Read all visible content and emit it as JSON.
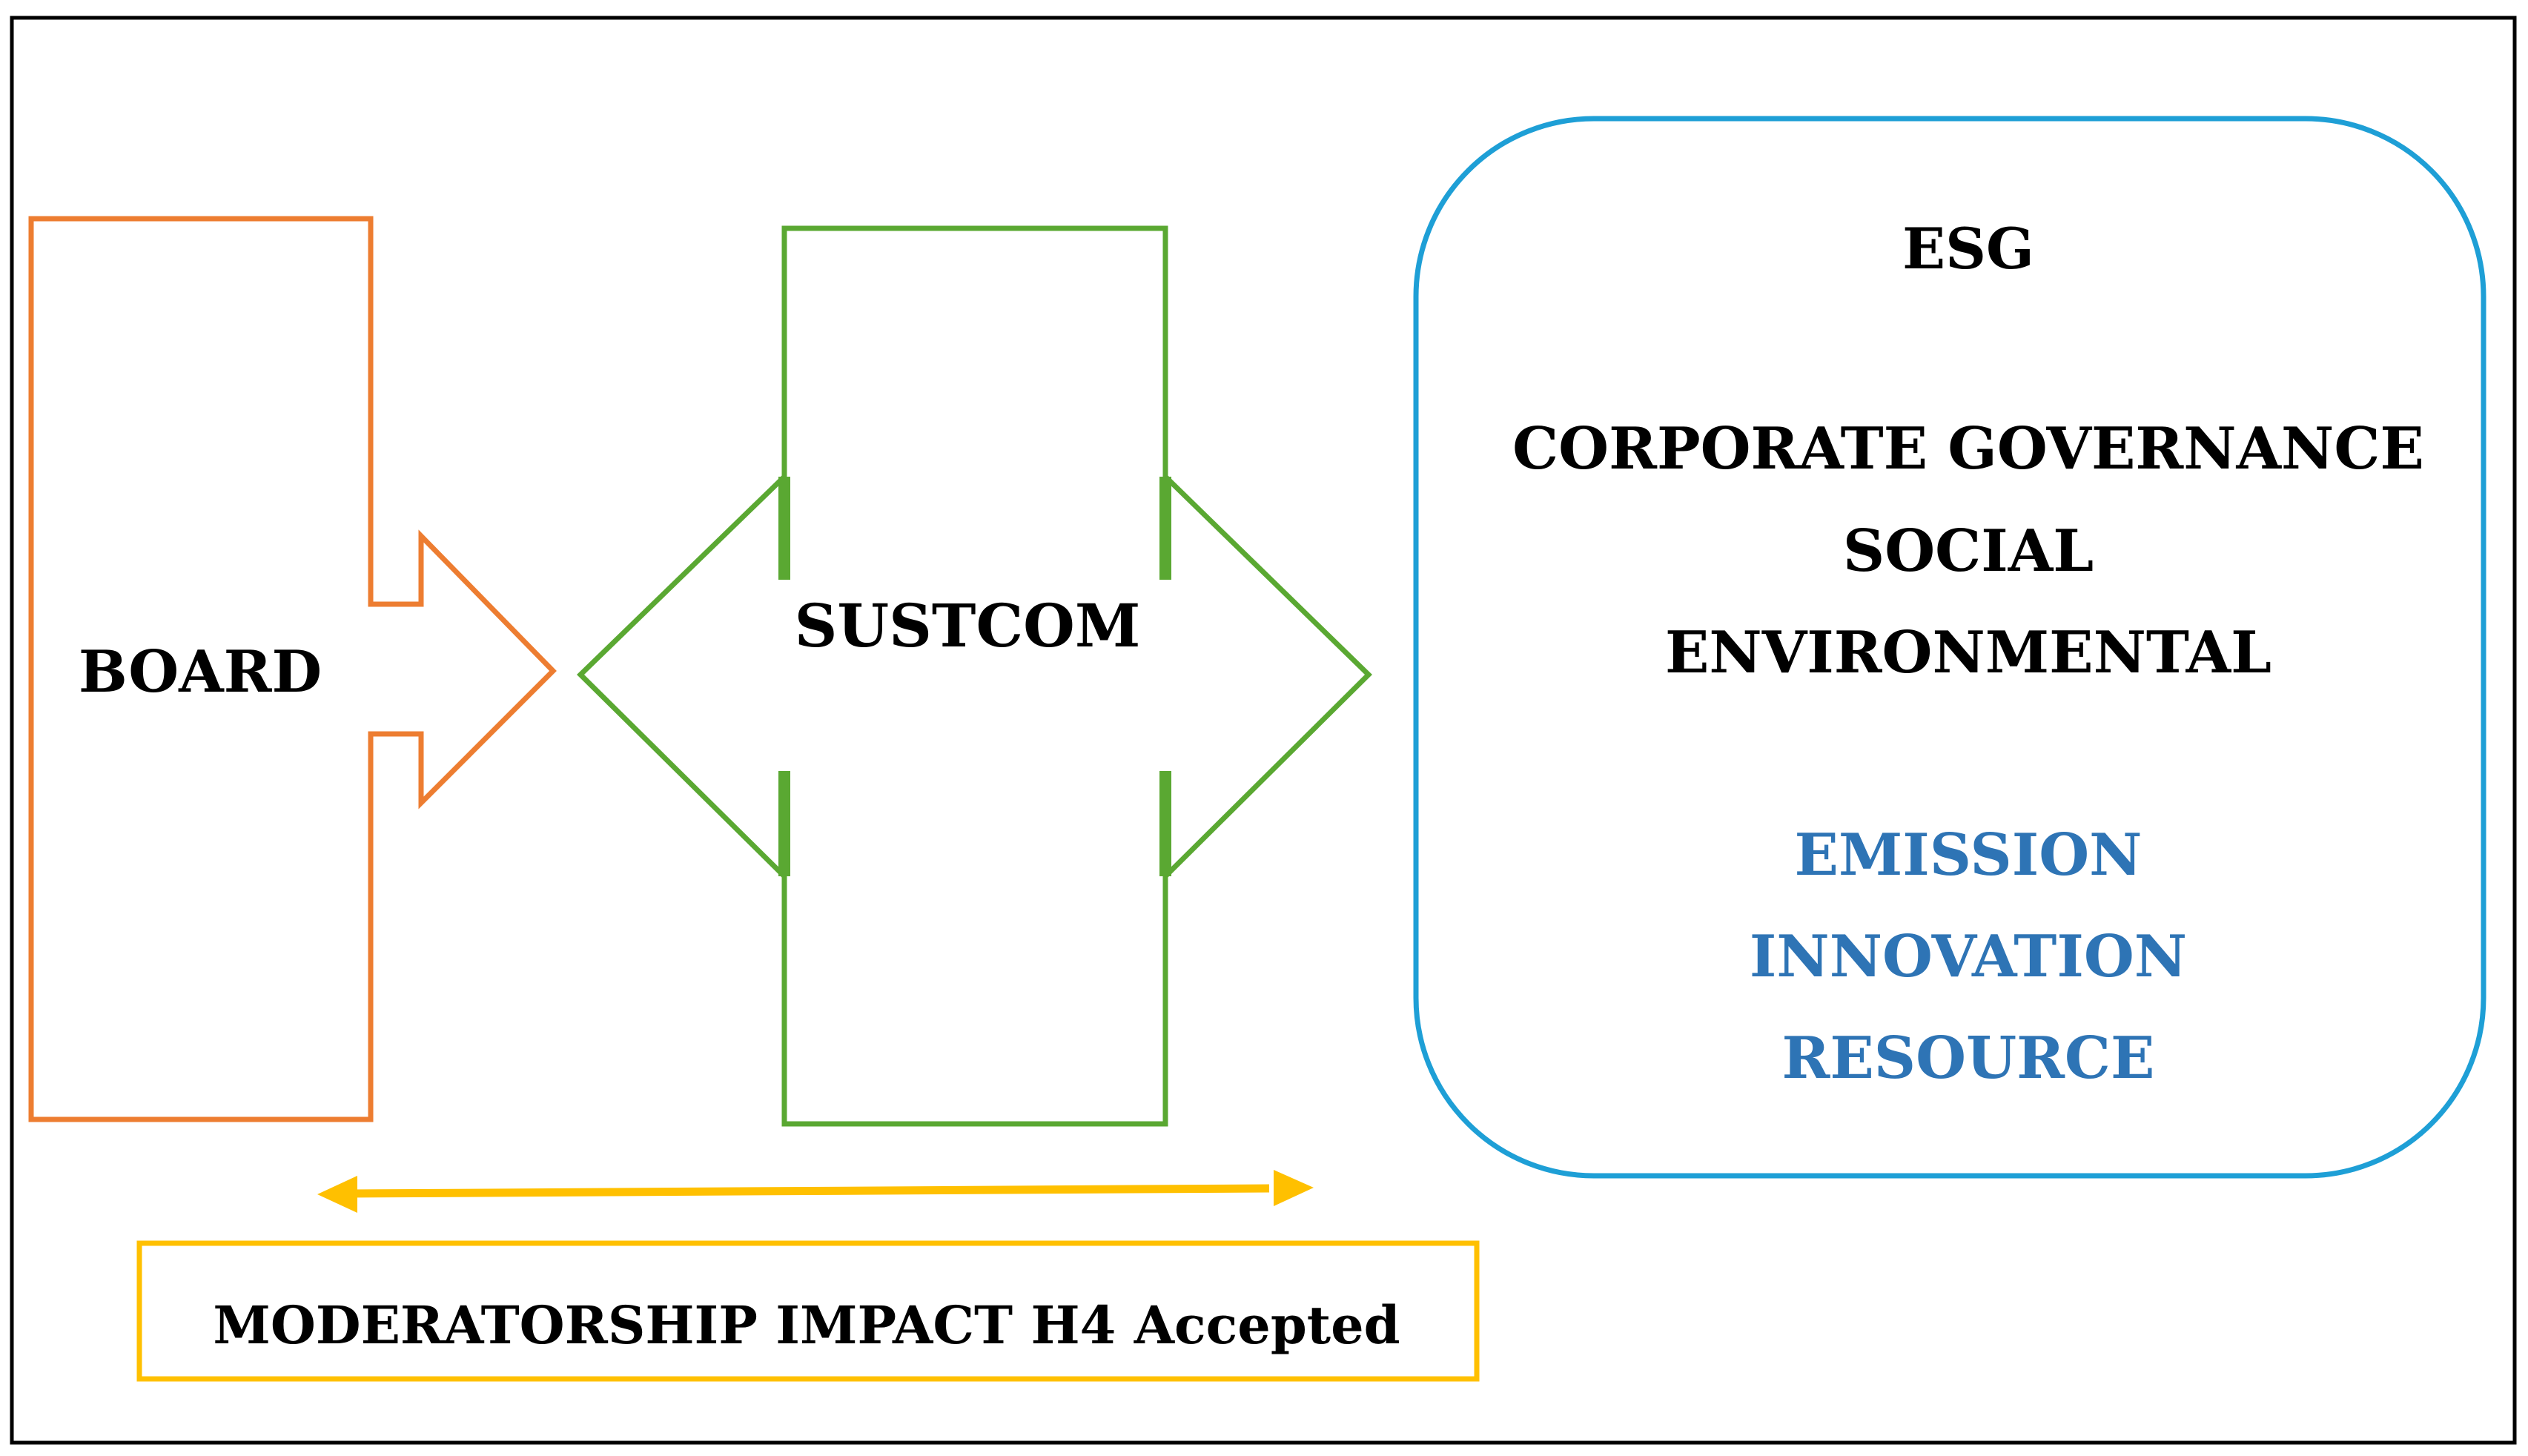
{
  "board": {
    "label": "BOARD",
    "color": "#ED7D31"
  },
  "sustcom": {
    "label": "SUSTCOM",
    "color": "#5AA832"
  },
  "esg": {
    "title": "ESG",
    "pillars": [
      "CORPORATE GOVERNANCE",
      "SOCIAL",
      "ENVIRONMENTAL"
    ],
    "subitems": [
      "EMISSION",
      "INNOVATION",
      "RESOURCE"
    ],
    "border_color": "#1E9FD6",
    "subitem_color": "#2E74B5"
  },
  "moderation": {
    "label": "MODERATORSHIP IMPACT H4 Accepted",
    "color": "#FFC000"
  }
}
